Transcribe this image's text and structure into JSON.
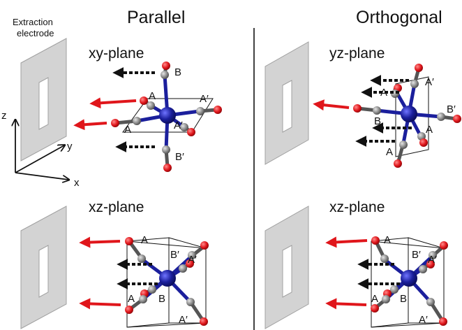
{
  "electrode_label": [
    "Extraction",
    "electrode"
  ],
  "axes": {
    "x": "x",
    "y": "y",
    "z": "z"
  },
  "columns": [
    {
      "title": "Parallel"
    },
    {
      "title": "Orthogonal"
    }
  ],
  "panels": [
    {
      "plane": "xy-plane",
      "atoms": [
        "A",
        "A",
        "A′",
        "A′",
        "B",
        "B′"
      ]
    },
    {
      "plane": "yz-plane",
      "atoms": [
        "A′",
        "A",
        "B",
        "B′",
        "A",
        "A"
      ]
    },
    {
      "plane": "xz-plane",
      "atoms": [
        "A",
        "B′",
        "A′",
        "A",
        "B",
        "A′"
      ]
    },
    {
      "plane": "xz-plane",
      "atoms": [
        "A",
        "B′",
        "A′",
        "A",
        "B",
        "A′"
      ]
    }
  ],
  "colors": {
    "electrode_fill": "#d3d3d3",
    "electrode_stroke": "#a0a0a0",
    "metal": "#1b1f9c",
    "carbon": "#8a8a8a",
    "oxygen": "#e0161b",
    "ion_arrow": "#e0161b",
    "neutral_arrow": "#111111"
  }
}
